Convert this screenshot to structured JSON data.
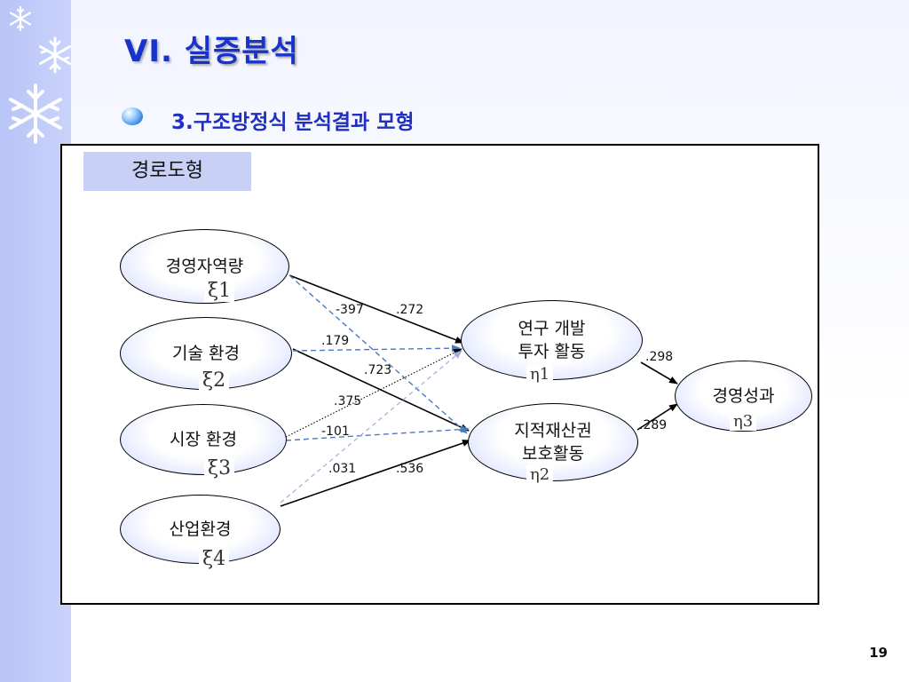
{
  "title": "VI. 실증분석",
  "subtitle": "3.구조방정식 분석결과 모형",
  "box_label": "경로도형",
  "nodes": {
    "x1": {
      "label": "경영자역량",
      "symbol": "ξ1"
    },
    "x2": {
      "label": "기술 환경",
      "symbol": "ξ2"
    },
    "x3": {
      "label": "시장 환경",
      "symbol": "ξ3"
    },
    "x4": {
      "label": "산업환경",
      "symbol": "ξ4"
    },
    "y1": {
      "line1": "연구 개발",
      "line2": "투자 활동",
      "symbol": "η1"
    },
    "y2": {
      "line1": "지적재산권",
      "line2": "보호활동",
      "symbol": "η2"
    },
    "y3": {
      "label": "경영성과",
      "symbol": "η3"
    }
  },
  "coefficients": {
    "x1_y1": "-397",
    "x1_y2": ".272",
    "x2_y1": ".179",
    "x2_y2": ".723",
    "x3_y1": ".375",
    "x3_y2": "-101",
    "x4_y1": ".031",
    "x4_y2": ".536",
    "y1_y3": ".298",
    "y2_y3": ".289"
  },
  "page_number": "19",
  "colors": {
    "title": "#1733c9",
    "subtitle": "#1f2fc0",
    "strip": "#c1cbf9",
    "label_box": "#c9d0f6",
    "dashed_path": "#4a7ac0"
  }
}
